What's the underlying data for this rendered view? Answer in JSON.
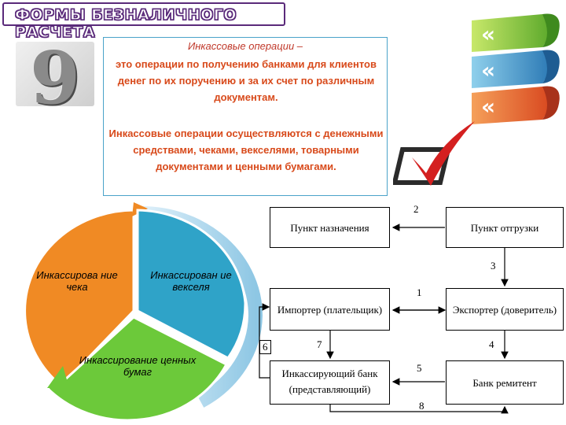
{
  "header": {
    "title": "ФОРМЫ БЕЗНАЛИЧНОГО РАСЧЕТА"
  },
  "slide_number": "9",
  "definition": {
    "title": "Инкассовые операции –",
    "line1": "это операции по получению банками для клиентов денег по их поручению и за их счет по различным документам.",
    "line2": "Инкассовые операции осуществляются с денежными средствами, чеками, векселями, товарными документами и ценными бумагами."
  },
  "pie": {
    "segments": [
      {
        "label": "Инкассирова ние чека",
        "color": "#f08a24"
      },
      {
        "label": "Инкассирован ие векселя",
        "color": "#2fa3c8"
      },
      {
        "label": "Инкассирование ценных бумаг",
        "color": "#6cc93a"
      }
    ]
  },
  "flow": {
    "boxes": {
      "destination": "Пункт назначения",
      "shipment": "Пункт отгрузки",
      "importer": "Импортер (плательщик)",
      "exporter": "Экспортер (доверитель)",
      "collecting_bank": "Инкассирующий банк (представляющий)",
      "remitting_bank": "Банк ремитент"
    },
    "numbers": [
      "1",
      "2",
      "3",
      "4",
      "5",
      "6",
      "7",
      "8"
    ]
  },
  "icons": [
    "chevron-left-green-icon",
    "chevron-left-blue-icon",
    "chevron-left-orange-icon",
    "checkbox-checkmark-icon"
  ]
}
